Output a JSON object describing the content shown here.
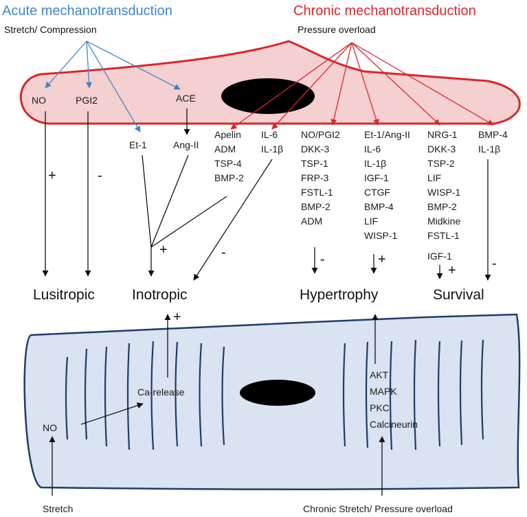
{
  "colors": {
    "acute": "#3d86c6",
    "chronic": "#d9262b",
    "cell_top_fill": "#f5d0d0",
    "cell_top_stroke": "#d9262b",
    "cell_bottom_fill": "#d9e3f1",
    "cell_bottom_stroke": "#1f3b66",
    "nucleus": "#000000"
  },
  "acute": {
    "title": "Acute mechanotransduction",
    "stimulus": "Stretch/ Compression",
    "mediators": {
      "no": "NO",
      "pgi2": "PGI2",
      "ace": "ACE",
      "et1": "Et-1",
      "ang2": "Ang-II"
    }
  },
  "chronic": {
    "title": "Chronic mechanotransduction",
    "stimulus": "Pressure overload"
  },
  "groups": {
    "apelin": [
      "Apelin",
      "ADM",
      "TSP-4",
      "BMP-2"
    ],
    "il6": [
      "IL-6",
      "IL-1β"
    ],
    "nopgi2": [
      "NO/PGI2",
      "DKK-3",
      "TSP-1",
      "FRP-3",
      "FSTL-1",
      "BMP-2",
      "ADM"
    ],
    "et1ang": [
      "Et-1/Ang-II",
      "IL-6",
      "IL-1β",
      "IGF-1",
      "CTGF",
      "BMP-4",
      "LIF",
      "WISP-1"
    ],
    "nrg": [
      "NRG-1",
      "DKK-3",
      "TSP-2",
      "LIF",
      "WISP-1",
      "BMP-2",
      "Midkine",
      "FSTL-1",
      "IGF-1"
    ],
    "bmp4": [
      "BMP-4",
      "IL-1β"
    ]
  },
  "signs": {
    "no_plus": "+",
    "pgi2_minus": "-",
    "inotropic_plus": "+",
    "il6_minus": "-",
    "hyper_minus": "-",
    "hyper_plus": "+",
    "survival_plus": "+",
    "survival_minus": "-",
    "ca_plus": "+"
  },
  "outcomes": {
    "lusitropic": "Lusitropic",
    "inotropic": "Inotropic",
    "hypertrophy": "Hypertrophy",
    "survival": "Survival"
  },
  "myocyte": {
    "ca_release": "Ca-release",
    "no": "NO",
    "pathways": [
      "AKT",
      "MAPK",
      "PKC",
      "Calcineurin"
    ]
  },
  "bottom": {
    "stretch": "Stretch",
    "chronic": "Chronic Stretch/ Pressure overload"
  }
}
